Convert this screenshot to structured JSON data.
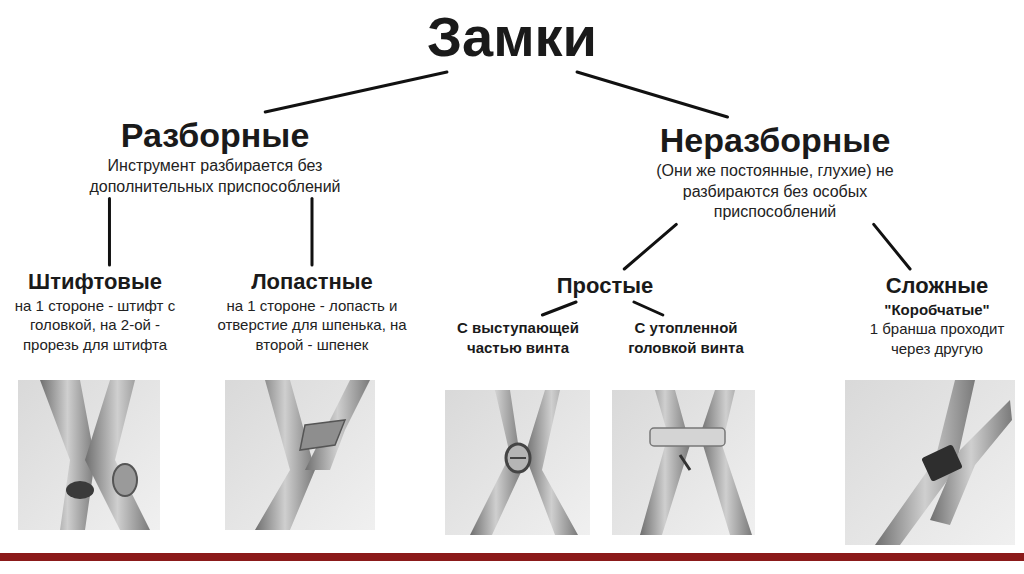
{
  "diagram": {
    "nodes": [
      {
        "text": [
          "Замки"
        ]
      },
      {
        "text": [
          "Разборные",
          "Инструмент разбирается без дополнительных приспособлений"
        ]
      },
      {
        "text": [
          "Неразборные",
          "(Они же постоянные, глухие) не разбираются без особых приспособлений"
        ]
      },
      {
        "text": [
          "Штифтовые",
          "на 1 стороне - штифт с головкой, на 2-ой - прорезь для штифта"
        ]
      },
      {
        "text": [
          "Лопастные",
          "на 1 стороне - лопасть и отверстие для шпенька, на второй - шпенек"
        ]
      },
      {
        "text": [
          "Простые"
        ]
      },
      {
        "text": [
          "Сложные",
          "\"Коробчатые\"",
          "1 бранша проходит через другую"
        ]
      },
      {
        "text": [
          "С выступающей частью винта"
        ]
      },
      {
        "text": [
          "С утопленной головкой винта"
        ]
      }
    ],
    "edges": [
      {
        "from": 0,
        "to": 1,
        "arrow": "none"
      },
      {
        "from": 0,
        "to": 2,
        "arrow": "none"
      },
      {
        "from": 1,
        "to": 3,
        "arrow": "none"
      },
      {
        "from": 1,
        "to": 4,
        "arrow": "none"
      },
      {
        "from": 2,
        "to": 5,
        "arrow": "none"
      },
      {
        "from": 2,
        "to": 6,
        "arrow": "none"
      },
      {
        "from": 5,
        "to": 7,
        "arrow": "none"
      },
      {
        "from": 5,
        "to": 8,
        "arrow": "none"
      }
    ]
  }
}
